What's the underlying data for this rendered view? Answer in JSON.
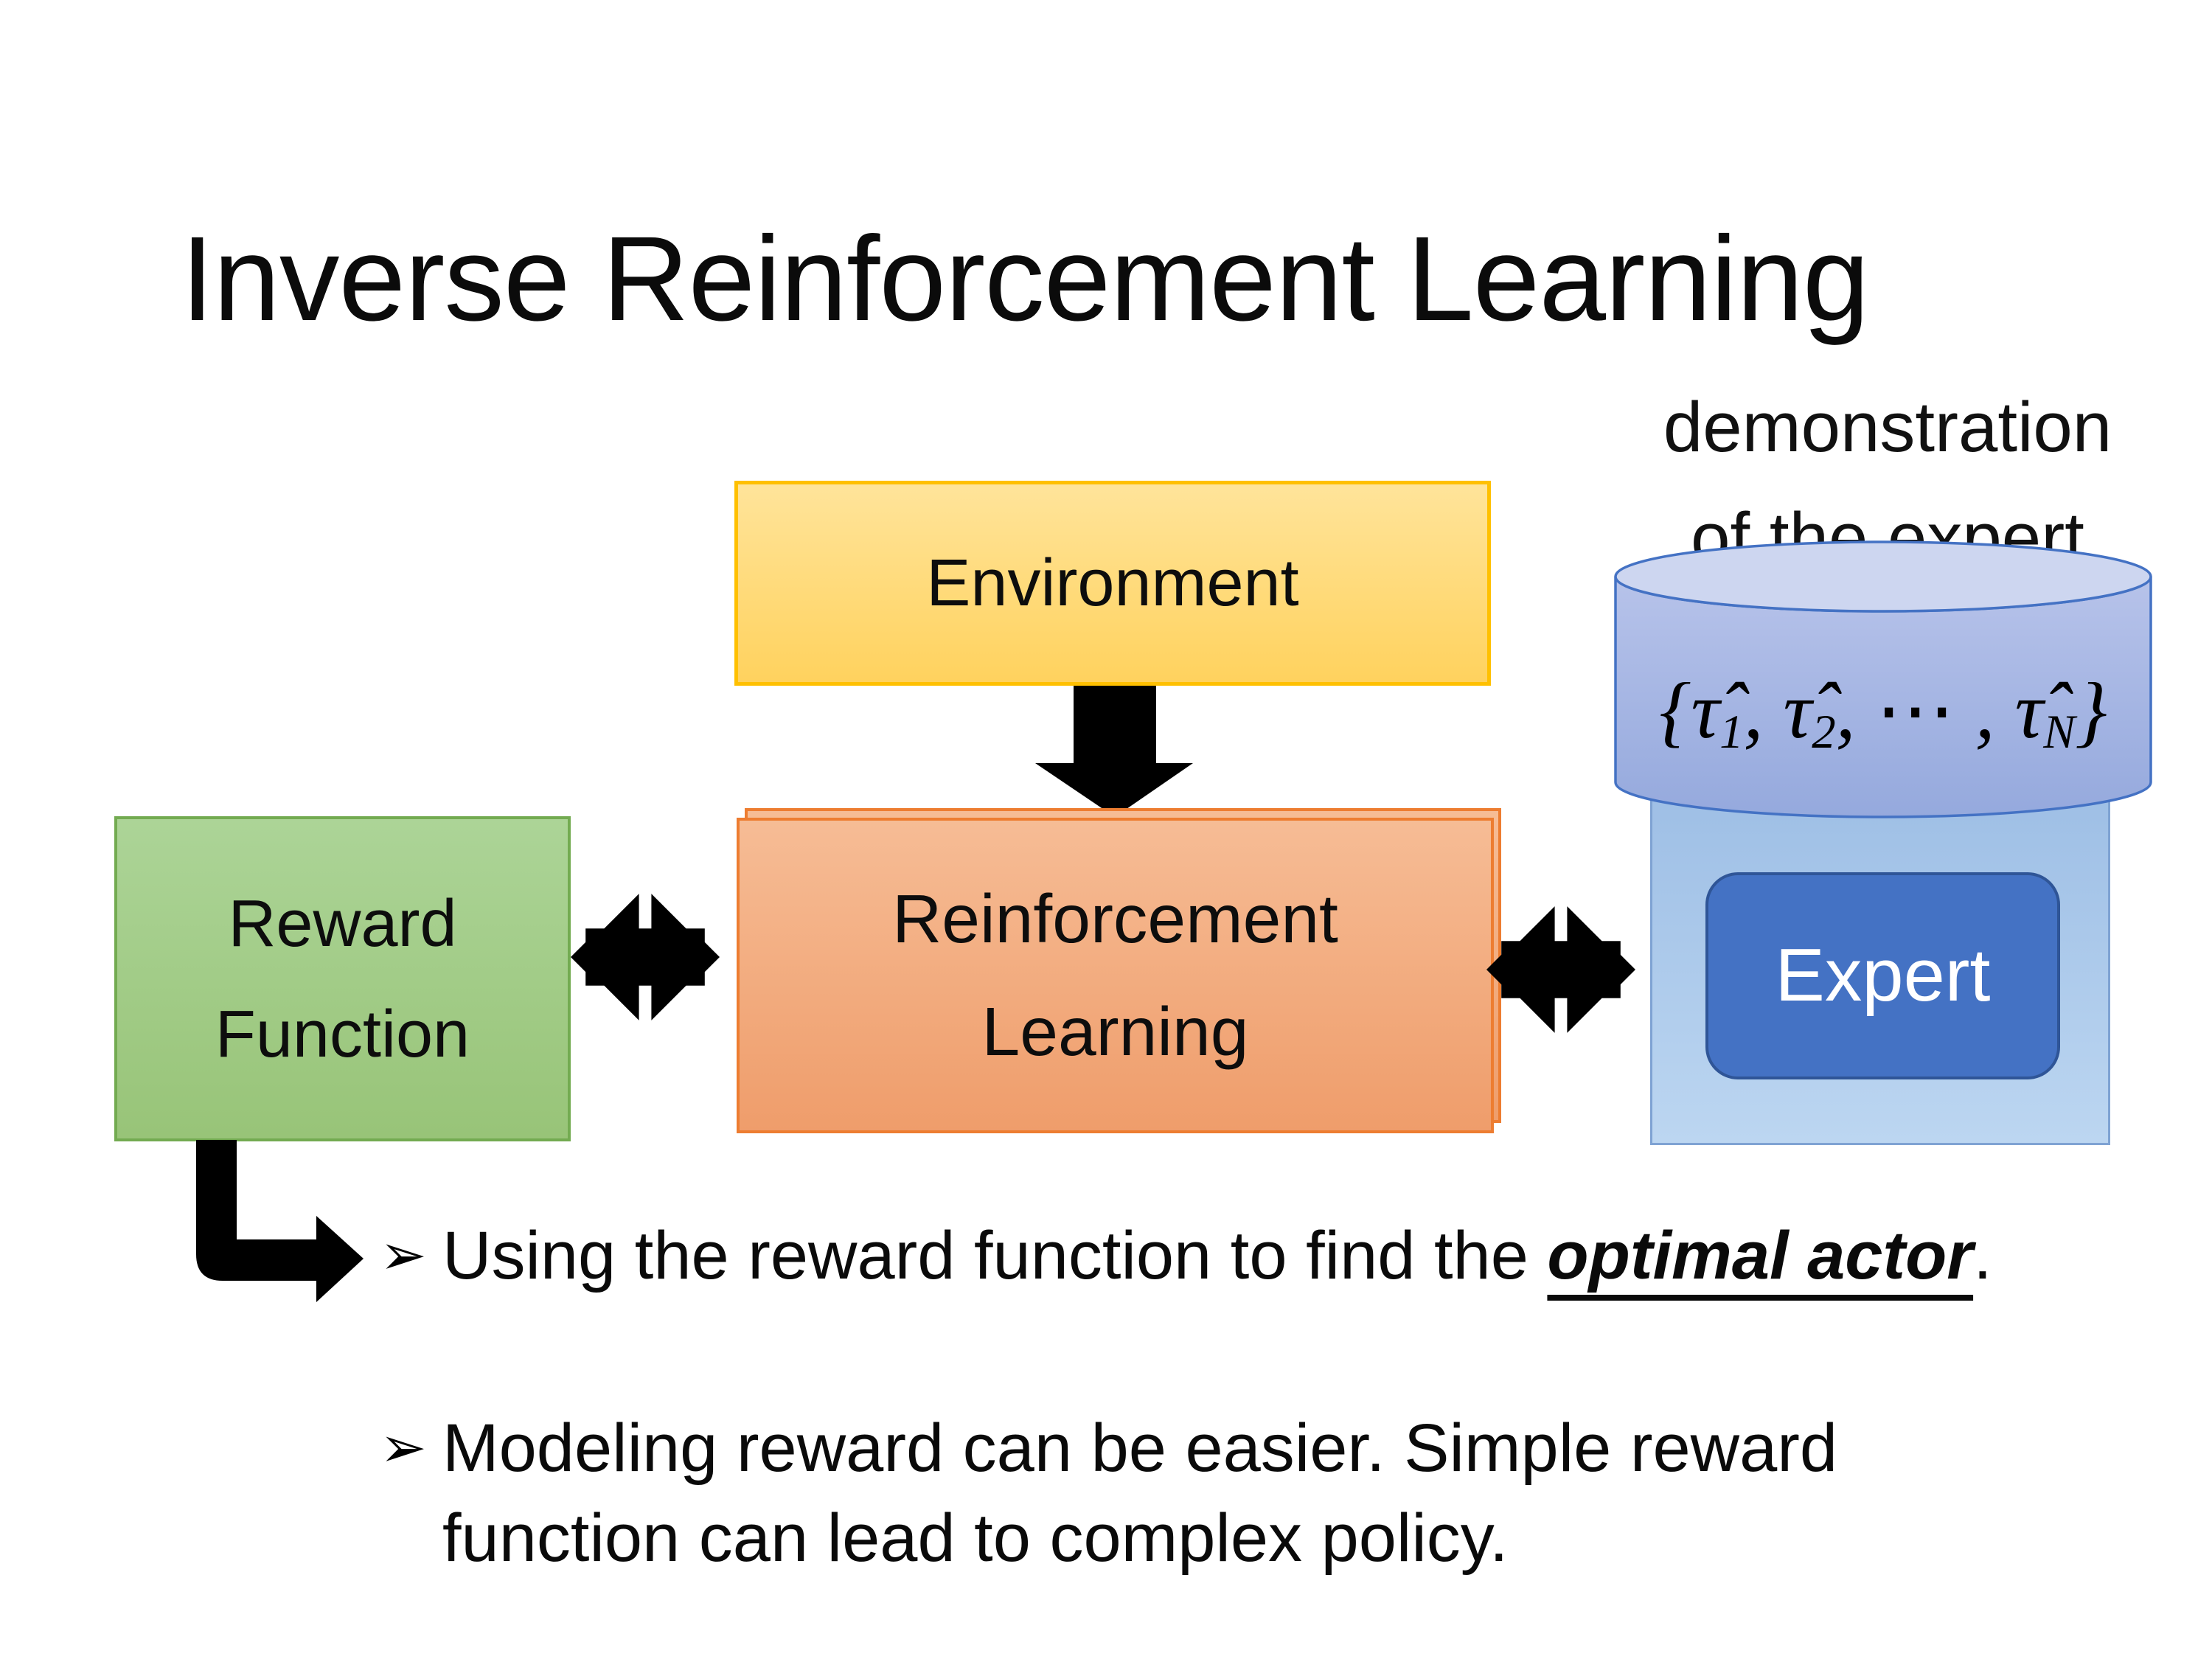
{
  "slide": {
    "title": "Inverse Reinforcement Learning"
  },
  "diagram": {
    "demo": {
      "line1": "demonstration",
      "line2": "of the expert"
    },
    "environment": {
      "label": "Environment"
    },
    "reward_function": {
      "line1": "Reward",
      "line2": "Function"
    },
    "reinforcement_learning": {
      "line1": "Reinforcement",
      "line2": "Learning"
    },
    "expert": {
      "label": "Expert"
    },
    "trajectories": {
      "open": "{",
      "tau": "τ̂",
      "sub1": "1",
      "comma": ", ",
      "sub2": "2",
      "mid": ", ⋯ , ",
      "subN": "N",
      "close": "}"
    }
  },
  "bullets": {
    "marker": "➢",
    "item1": {
      "prefix": "Using the reward function to find the ",
      "highlight": "optimal actor",
      "suffix": "."
    },
    "item2": {
      "text": "Modeling reward can be easier. Simple reward function can lead to complex policy."
    }
  },
  "colors": {
    "environment_fill": "#FFD25E",
    "environment_border": "#FFC000",
    "reward_fill": "#9FC983",
    "reward_border": "#73AB51",
    "rl_fill": "#F2AC7F",
    "rl_border": "#ED7D31",
    "expert_container_fill": "#A9C9EA",
    "expert_fill": "#4472C4",
    "expert_border": "#2F5597",
    "cylinder_fill": "#A6B6E3",
    "cylinder_border": "#4472C4",
    "arrow_color": "#000000",
    "background": "#FFFFFF"
  }
}
